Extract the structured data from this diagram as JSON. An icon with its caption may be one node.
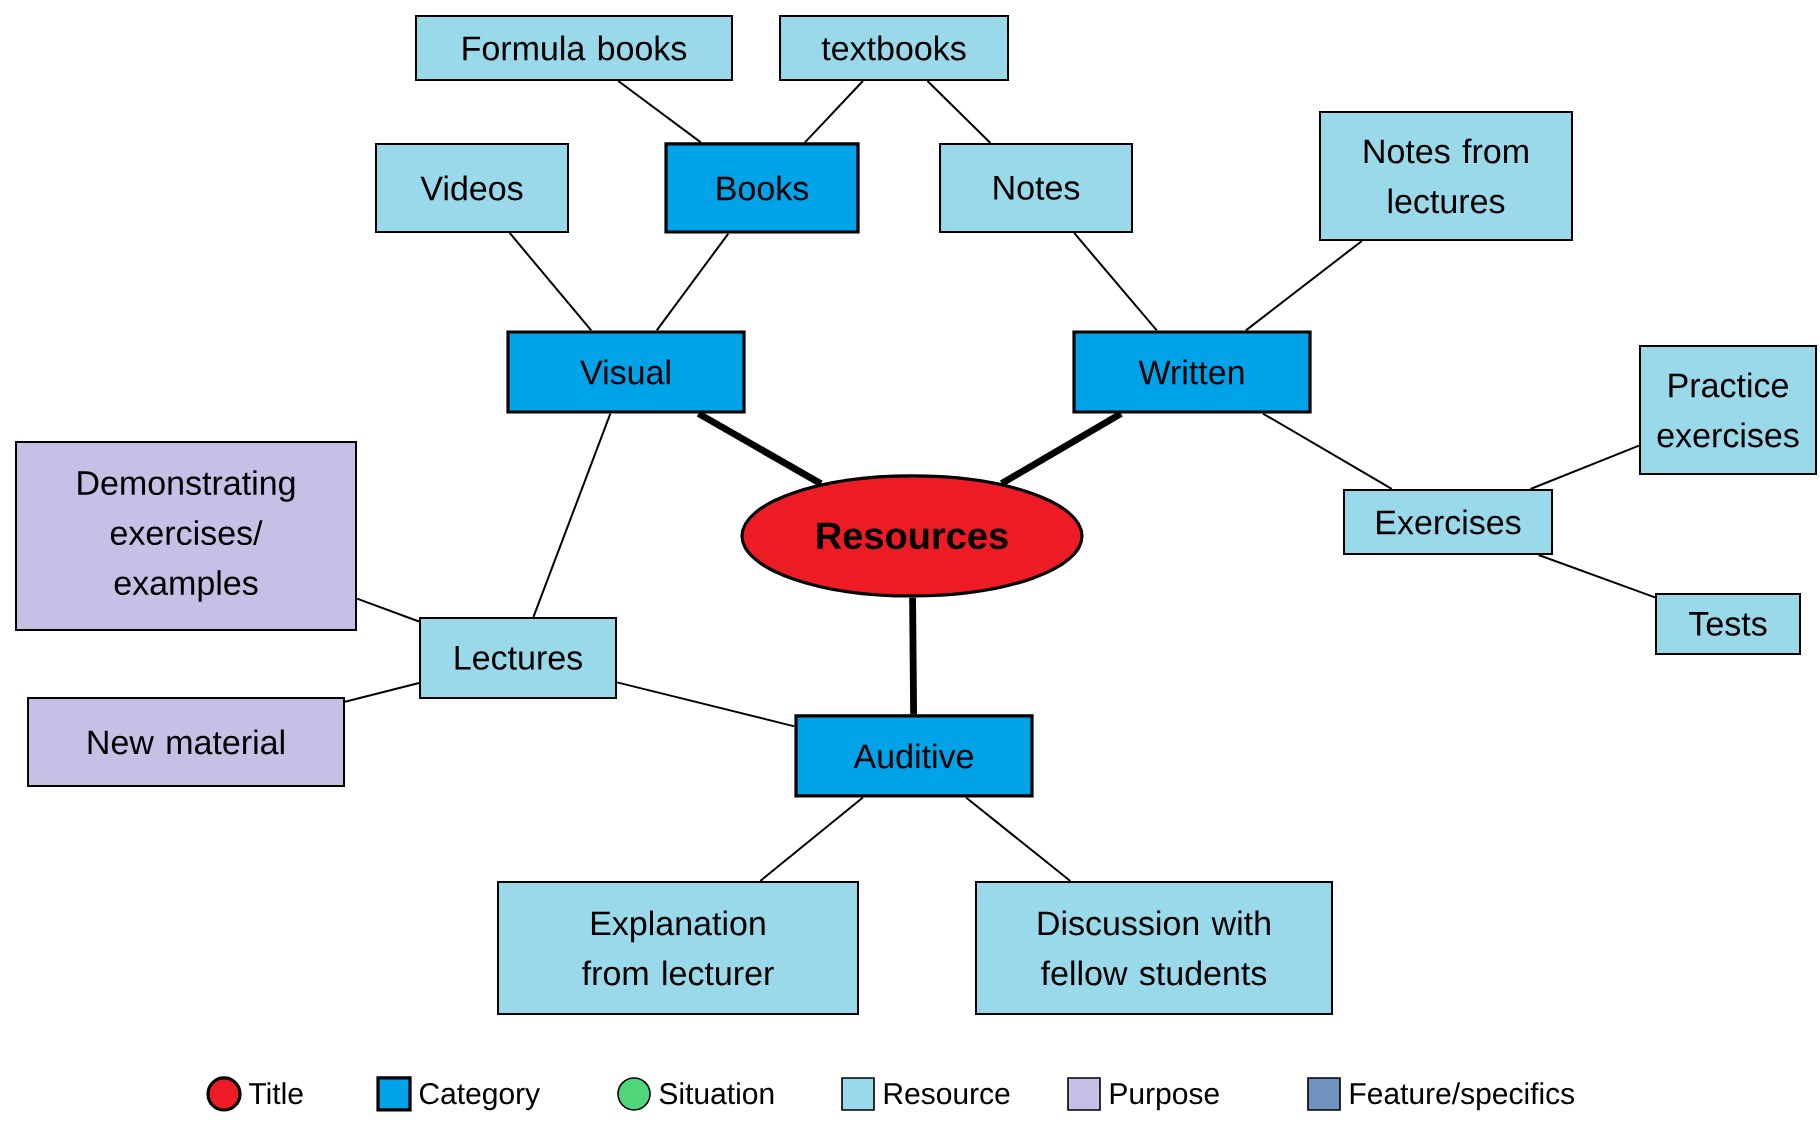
{
  "diagram": {
    "nodes": [
      {
        "text": [
          "Resources"
        ]
      },
      {
        "text": [
          "Visual"
        ]
      },
      {
        "text": [
          "Written"
        ]
      },
      {
        "text": [
          "Auditive"
        ]
      },
      {
        "text": [
          "Books"
        ]
      },
      {
        "text": [
          "Videos"
        ]
      },
      {
        "text": [
          "Formula books"
        ]
      },
      {
        "text": [
          "textbooks"
        ]
      },
      {
        "text": [
          "Notes"
        ]
      },
      {
        "text": [
          "Notes from lectures"
        ]
      },
      {
        "text": [
          "Exercises"
        ]
      },
      {
        "text": [
          "Practice exercises"
        ]
      },
      {
        "text": [
          "Tests"
        ]
      },
      {
        "text": [
          "Lectures"
        ]
      },
      {
        "text": [
          "Demonstrating exercises/ examples"
        ]
      },
      {
        "text": [
          "New material"
        ]
      },
      {
        "text": [
          "Explanation from lecturer"
        ]
      },
      {
        "text": [
          "Discussion with fellow students"
        ]
      }
    ],
    "edges": [
      {
        "from": 0,
        "to": 1,
        "arrow": "none",
        "style": "thick"
      },
      {
        "from": 0,
        "to": 2,
        "arrow": "none",
        "style": "thick"
      },
      {
        "from": 0,
        "to": 3,
        "arrow": "none",
        "style": "thick"
      },
      {
        "from": 1,
        "to": 5,
        "arrow": "none"
      },
      {
        "from": 1,
        "to": 4,
        "arrow": "none"
      },
      {
        "from": 4,
        "to": 6,
        "arrow": "none"
      },
      {
        "from": 4,
        "to": 7,
        "arrow": "none"
      },
      {
        "from": 8,
        "to": 7,
        "arrow": "none"
      },
      {
        "from": 2,
        "to": 8,
        "arrow": "none"
      },
      {
        "from": 2,
        "to": 9,
        "arrow": "none"
      },
      {
        "from": 2,
        "to": 10,
        "arrow": "none"
      },
      {
        "from": 10,
        "to": 11,
        "arrow": "none"
      },
      {
        "from": 10,
        "to": 12,
        "arrow": "none"
      },
      {
        "from": 1,
        "to": 13,
        "arrow": "none"
      },
      {
        "from": 13,
        "to": 14,
        "arrow": "none"
      },
      {
        "from": 13,
        "to": 15,
        "arrow": "none"
      },
      {
        "from": 3,
        "to": 13,
        "arrow": "none"
      },
      {
        "from": 3,
        "to": 16,
        "arrow": "none"
      },
      {
        "from": 3,
        "to": 17,
        "arrow": "none"
      }
    ],
    "legend": [
      {
        "text": "Title",
        "color": "#ed1c24"
      },
      {
        "text": "Category",
        "color": "#00a2e8"
      },
      {
        "text": "Situation",
        "color": "#4fd67a"
      },
      {
        "text": "Resource",
        "color": "#99d9ea"
      },
      {
        "text": "Purpose",
        "color": "#c8bfe7"
      },
      {
        "text": "Feature/specifics",
        "color": "#7092be"
      }
    ]
  }
}
